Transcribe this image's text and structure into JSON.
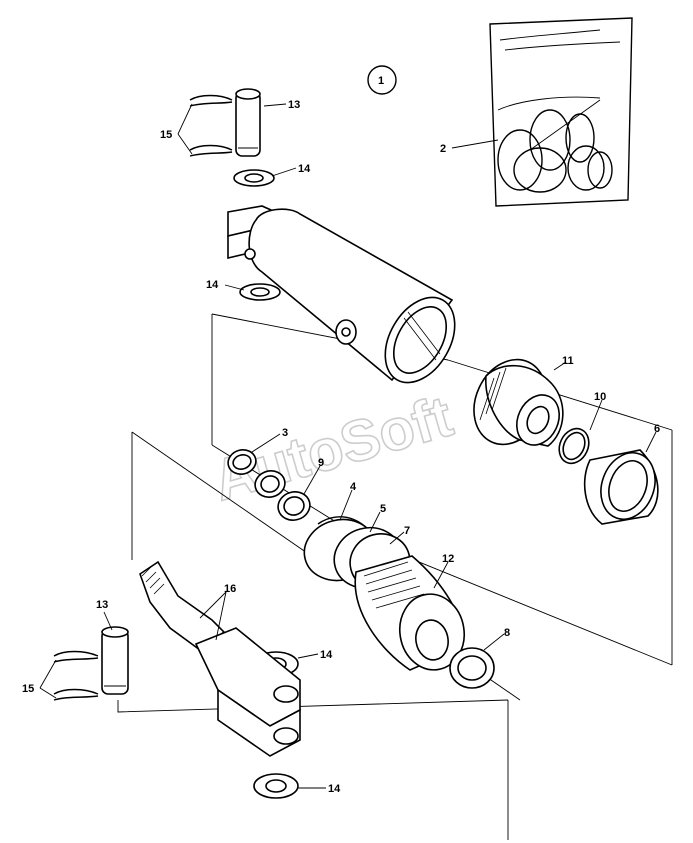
{
  "diagram": {
    "callouts": {
      "c1": "1",
      "c2": "2",
      "c3": "3",
      "c4": "4",
      "c5": "5",
      "c6": "6",
      "c7": "7",
      "c8": "8",
      "c9": "9",
      "c10": "10",
      "c11": "11",
      "c12": "12",
      "c13_top": "13",
      "c13_bottom": "13",
      "c14_a": "14",
      "c14_b": "14",
      "c14_c": "14",
      "c14_d": "14",
      "c15_top": "15",
      "c15_bottom": "15",
      "c16": "16"
    },
    "watermark": "AutoSoft"
  }
}
